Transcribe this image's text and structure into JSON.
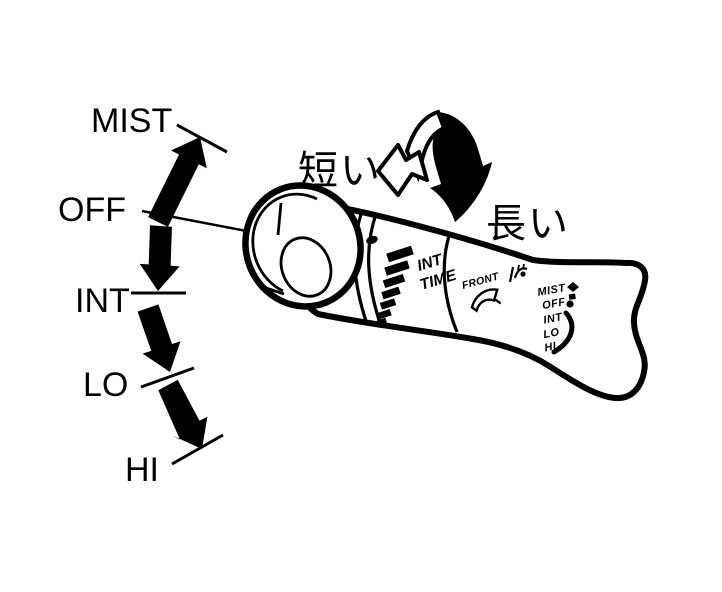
{
  "left_panel": {
    "position_labels": [
      "MIST",
      "OFF",
      "INT",
      "LO",
      "HI"
    ]
  },
  "rotation_arrow": {
    "short_label": "短い",
    "long_label": "長い"
  },
  "stalk": {
    "collar_scale_label": [
      "INT",
      "TIME"
    ],
    "front_label": "FRONT",
    "face_position_labels": [
      "MIST",
      "OFF",
      "INT",
      "LO",
      "HI"
    ]
  },
  "colors": {
    "ink": "#000000",
    "background": "#ffffff"
  }
}
